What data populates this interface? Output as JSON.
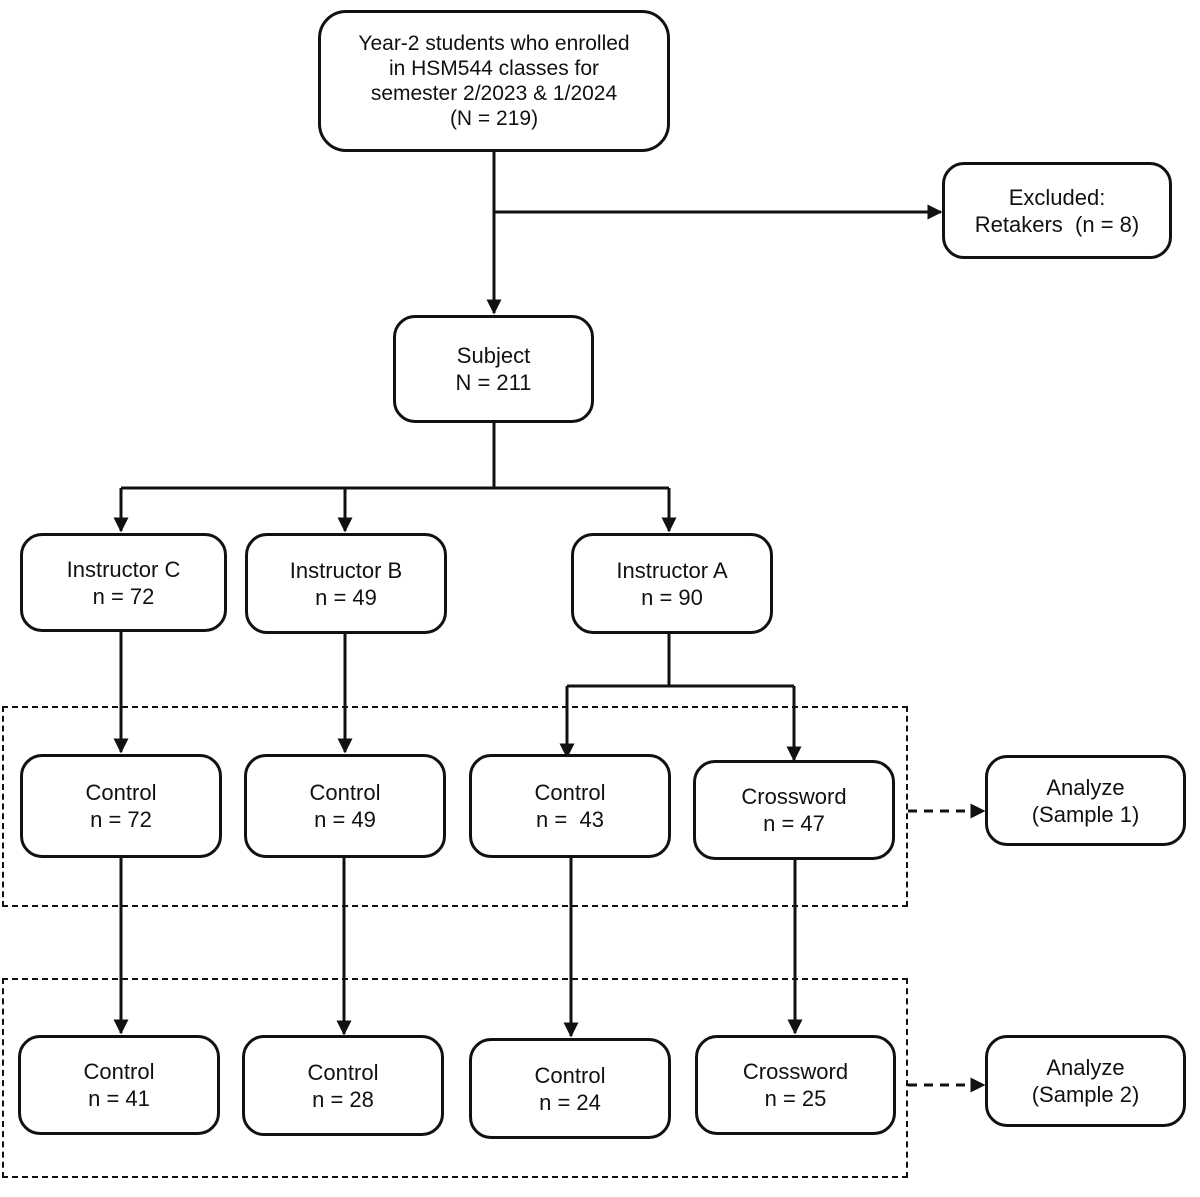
{
  "nodes": {
    "enrolled": {
      "lines": [
        "Year-2 students who enrolled",
        "in HSM544 classes for",
        "semester 2/2023 & 1/2024",
        "(N = 219)"
      ]
    },
    "excluded": {
      "lines": [
        "Excluded:",
        "Retakers  (n = 8)"
      ]
    },
    "subject": {
      "lines": [
        "Subject",
        "N = 211"
      ]
    },
    "instructor_c": {
      "lines": [
        "Instructor C",
        "n = 72"
      ]
    },
    "instructor_b": {
      "lines": [
        "Instructor B",
        "n = 49"
      ]
    },
    "instructor_a": {
      "lines": [
        "Instructor A",
        "n = 90"
      ]
    },
    "s1_control_c": {
      "lines": [
        "Control",
        "n = 72"
      ]
    },
    "s1_control_b": {
      "lines": [
        "Control",
        "n = 49"
      ]
    },
    "s1_control_a": {
      "lines": [
        "Control",
        "n =  43"
      ]
    },
    "s1_crossword_a": {
      "lines": [
        "Crossword",
        "n = 47"
      ]
    },
    "analyze_1": {
      "lines": [
        "Analyze",
        "(Sample 1)"
      ]
    },
    "s2_control_c": {
      "lines": [
        "Control",
        "n = 41"
      ]
    },
    "s2_control_b": {
      "lines": [
        "Control",
        "n = 28"
      ]
    },
    "s2_control_a": {
      "lines": [
        "Control",
        "n = 24"
      ]
    },
    "s2_crossword_a": {
      "lines": [
        "Crossword",
        "n = 25"
      ]
    },
    "analyze_2": {
      "lines": [
        "Analyze",
        "(Sample 2)"
      ]
    }
  }
}
